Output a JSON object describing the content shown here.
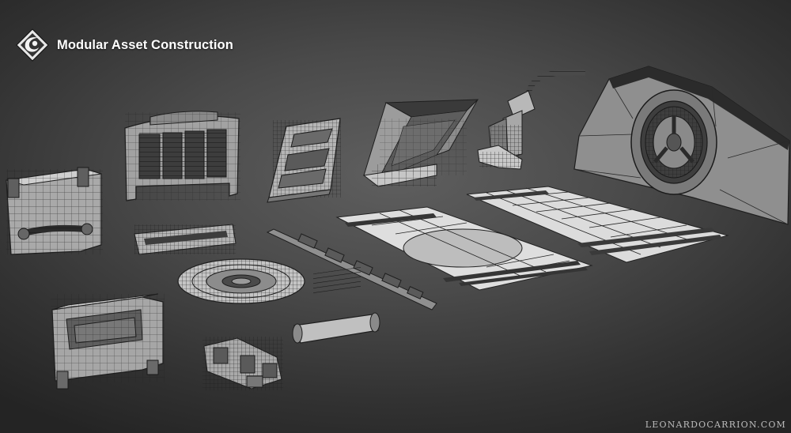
{
  "header": {
    "logo_icon": "swirl-emblem-icon",
    "title": "Modular Asset Construction"
  },
  "footer": {
    "credit": "LEONARDOCARRION.COM"
  },
  "palette": {
    "background_center": "#5f5f5f",
    "background_edge": "#242424",
    "model_light": "#d9d9d9",
    "model_mid": "#9a9a9a",
    "model_dark": "#555555",
    "wireframe": "#1f1f1f",
    "title_text": "#ffffff"
  },
  "assets": [
    "crate-console",
    "curved-vent-panel",
    "tilted-machine-panel",
    "door-frame",
    "robotic-arm-with-cable",
    "round-portal-bulkhead",
    "long-rail-segment",
    "circular-floor-hatch",
    "diagonal-pipe-rail",
    "floor-plate-with-circle",
    "floor-plate-grid",
    "open-storage-container",
    "small-machinery-cluster",
    "cylinder-canister"
  ]
}
